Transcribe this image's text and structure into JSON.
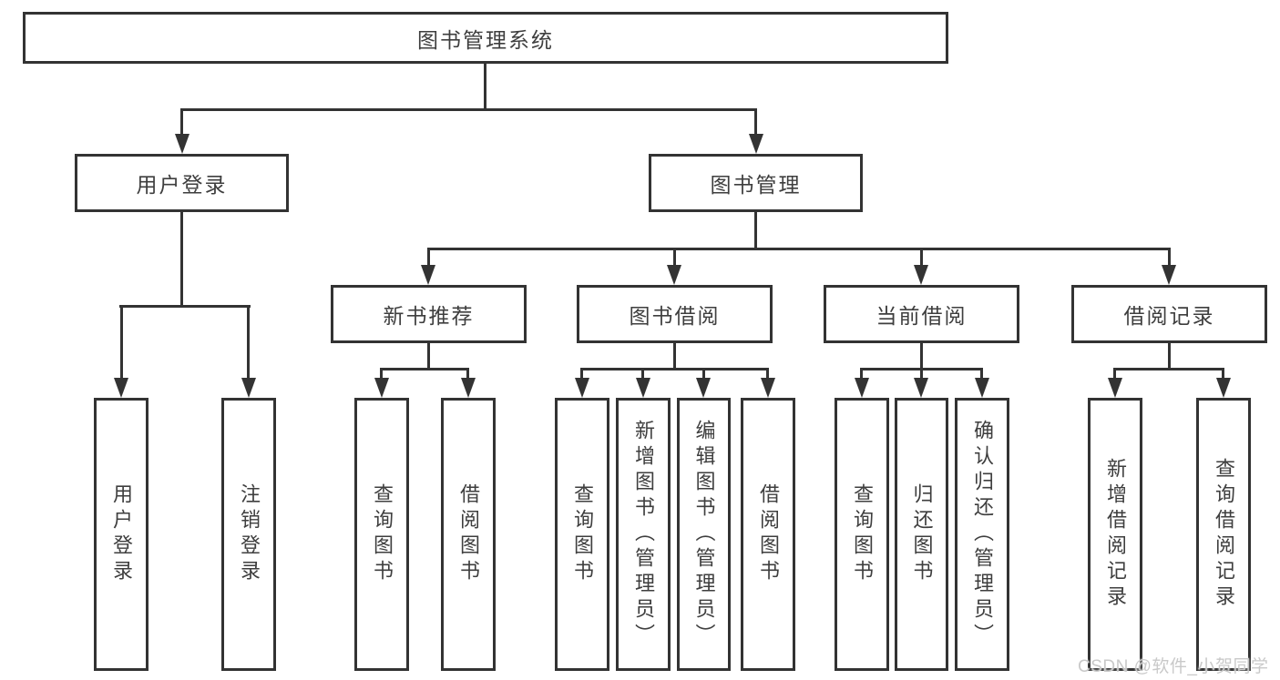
{
  "tree": {
    "root": {
      "label": "图书管理系统",
      "children": [
        {
          "label": "用户登录",
          "children": [
            {
              "label": "用户登录"
            },
            {
              "label": "注销登录"
            }
          ]
        },
        {
          "label": "图书管理",
          "children": [
            {
              "label": "新书推荐",
              "children": [
                {
                  "label": "查询图书"
                },
                {
                  "label": "借阅图书"
                }
              ]
            },
            {
              "label": "图书借阅",
              "children": [
                {
                  "label": "查询图书"
                },
                {
                  "label": "新增图书（管理员）"
                },
                {
                  "label": "编辑图书（管理员）"
                },
                {
                  "label": "借阅图书"
                }
              ]
            },
            {
              "label": "当前借阅",
              "children": [
                {
                  "label": "查询图书"
                },
                {
                  "label": "归还图书"
                },
                {
                  "label": "确认归还（管理员）"
                }
              ]
            },
            {
              "label": "借阅记录",
              "children": [
                {
                  "label": "新增借阅记录"
                },
                {
                  "label": "查询借阅记录"
                }
              ]
            }
          ]
        }
      ]
    }
  },
  "watermark": {
    "text": "CSDN @软件_小贺同学"
  },
  "colors": {
    "line": "#333333",
    "text": "#3e3e3e",
    "background": "#ffffff",
    "watermark": "#c9c9c9"
  }
}
